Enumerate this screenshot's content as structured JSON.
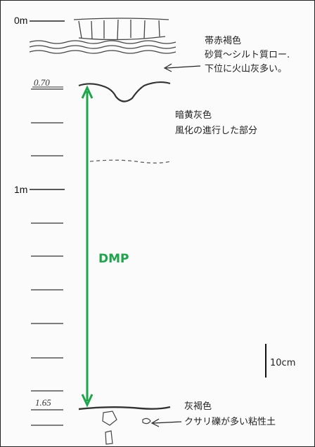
{
  "depth_labels": {
    "top": "0m",
    "meter": "1m"
  },
  "handwritten_depths": {
    "upper": "0.70",
    "lower": "1.65"
  },
  "annotations": {
    "top_layer": [
      "帯赤褐色",
      "砂質～シルト質ロー.",
      "下位に火山灰多い。"
    ],
    "middle_layer": [
      "暗黄灰色",
      "風化の進行した部分"
    ],
    "bottom_layer": [
      "灰褐色",
      "クサリ礫が多い粘性土"
    ]
  },
  "dmp_label": "DMP",
  "scale_label": "10cm",
  "colors": {
    "dmp_green": "#1ca54a",
    "line": "#333333"
  }
}
